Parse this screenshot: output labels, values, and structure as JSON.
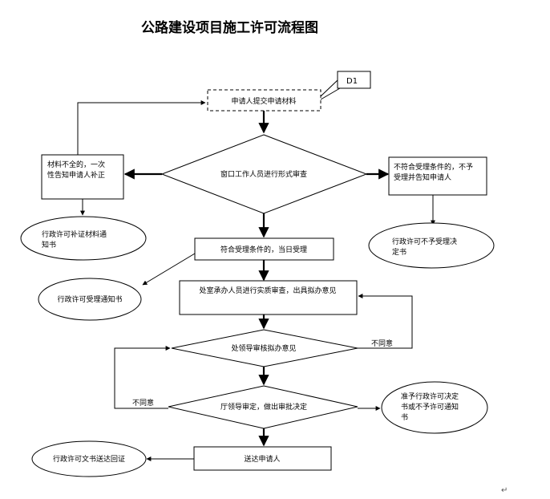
{
  "title": "公路建设项目施工许可流程图",
  "callout_label": "D1",
  "nodes": {
    "submit": "申请人提交申请材料",
    "form_review": "窗口工作人员进行形式审查",
    "incomplete_line1": "材料不全的，一次",
    "incomplete_line2": "性告知申请人补正",
    "nonconform_line1": "不符合受理条件的，不予",
    "nonconform_line2": "受理并告知申请人",
    "supplement_notice_line1": "行政许可补证材料通",
    "supplement_notice_line2": "知书",
    "reject_decision_line1": "行政许可不予受理决",
    "reject_decision_line2": "定书",
    "accept": "符合受理条件的，当日受理",
    "accept_notice": "行政许可受理通知书",
    "substantive_review": "处室承办人员进行实质审查，出具拟办意见",
    "leader_review": "处领导审核拟办意见",
    "dept_decision": "厅领导审定，做出审批决定",
    "decision_doc_line1": "准予行政许可决定",
    "decision_doc_line2": "书或不予许可通知",
    "decision_doc_line3": "书",
    "deliver": "送达申请人",
    "delivery_receipt": "行政许可文书送达回证"
  },
  "edge_labels": {
    "disagree_right": "不同意",
    "disagree_left": "不同意"
  },
  "footer_mark": "↵"
}
